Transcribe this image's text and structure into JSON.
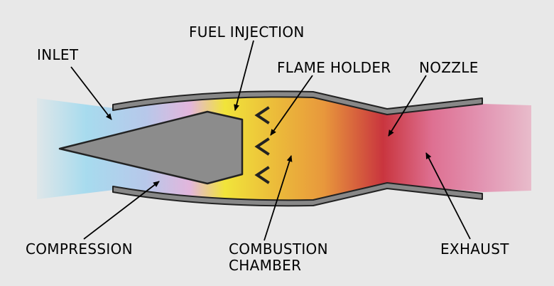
{
  "labels": {
    "fuel_injection": "FUEL INJECTION",
    "inlet": "INLET",
    "flame_holder": "FLAME HOLDER",
    "nozzle": "NOZZLE",
    "compression": "COMPRESSION",
    "combustion_line1": "COMBUSTION",
    "combustion_line2": "CHAMBER",
    "exhaust": "EXHAUST"
  },
  "colors": {
    "background": "#e8e8e8",
    "inlet_blue": "#a9dcee",
    "compression_lilac": "#c7b6e0",
    "fuel_yellow": "#f1e43a",
    "combustion_orange": "#e8a23a",
    "nozzle_red": "#c9353e",
    "exhaust_pink": "#e08aaa",
    "cone_gray": "#8c8c8c",
    "casing_gray": "#888888"
  }
}
